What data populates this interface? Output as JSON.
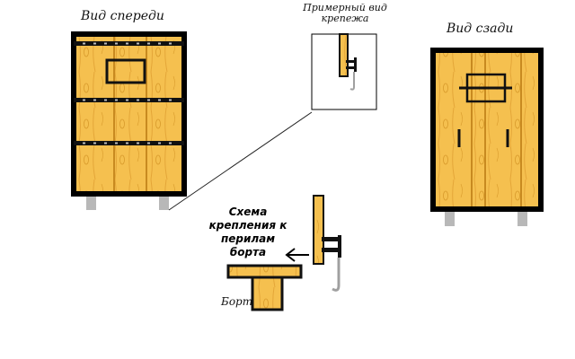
{
  "labels": {
    "front_view": "Вид спереди",
    "back_view": "Вид сзади",
    "fastener_view": "Примерный вид крепежа",
    "mount_scheme": "Схема крепления к перилам борта",
    "bort": "Борт"
  },
  "colors": {
    "wood": "#f5c04f",
    "grain": "#d89a2a",
    "outline": "#000000",
    "rivet": "#bbbbbb",
    "leg": "#b8b8b8",
    "hook": "#a0a0a0"
  }
}
